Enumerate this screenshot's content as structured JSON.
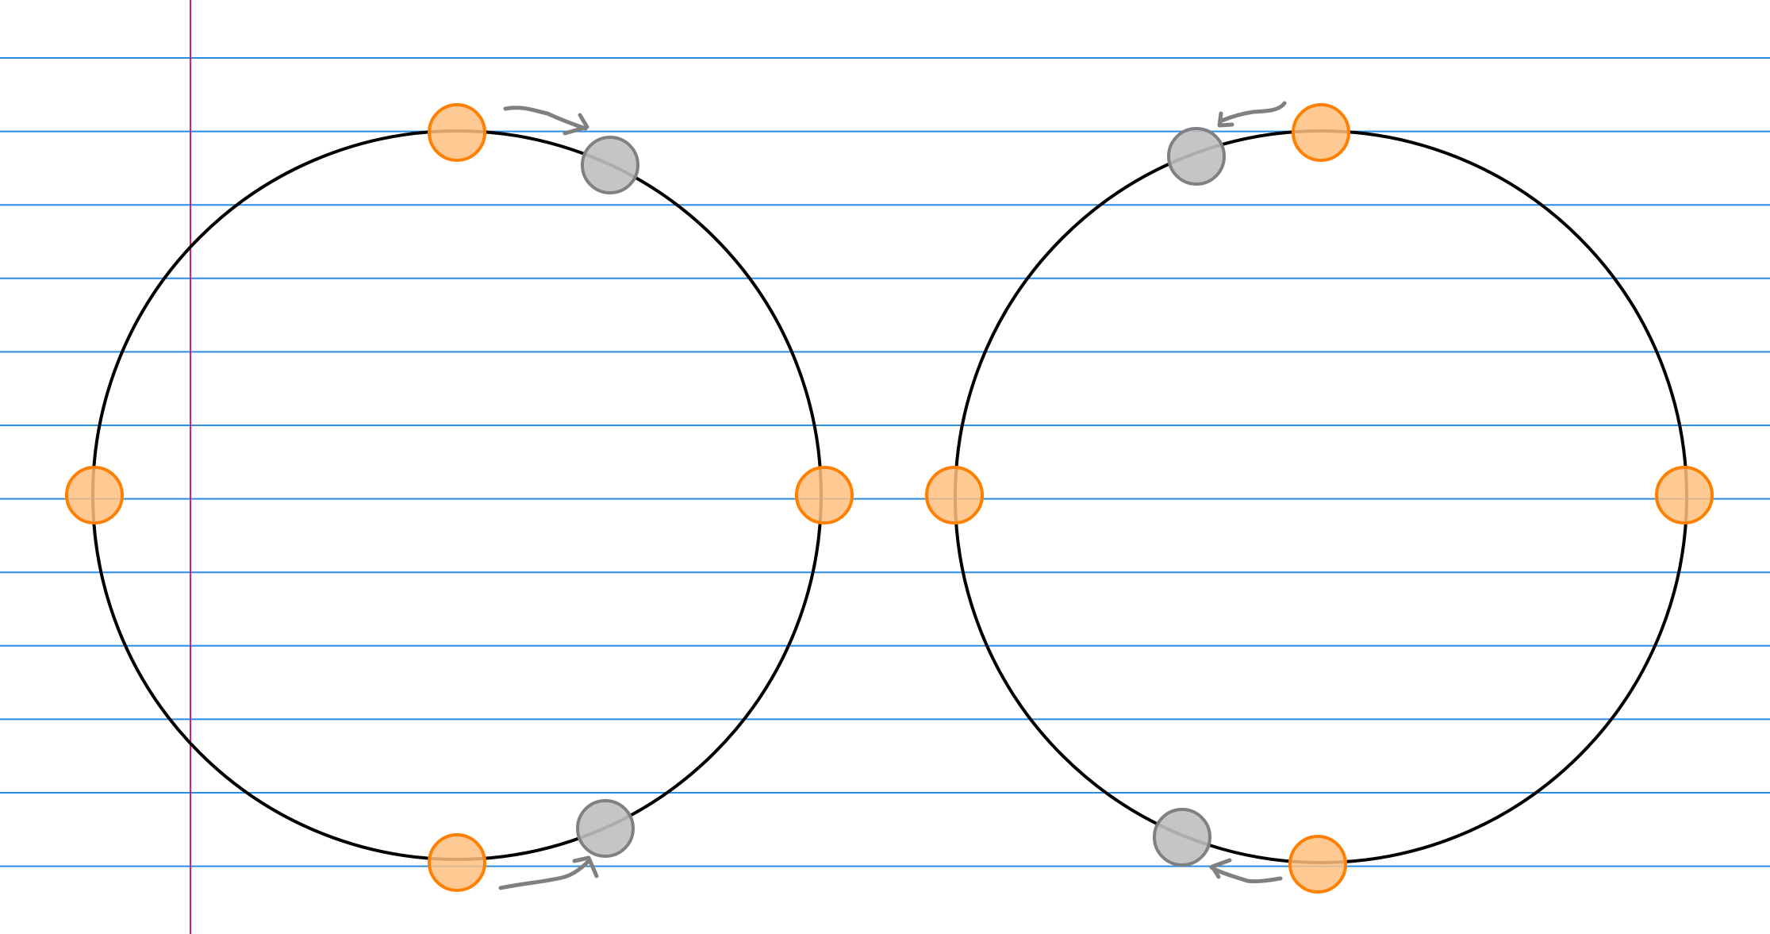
{
  "paper": {
    "line_color": "#2b8de0",
    "margin_color": "#d01f7a",
    "background": "#ffffff"
  },
  "colors": {
    "circle_stroke": "#000000",
    "fixed_point_fill": "#ffbf80",
    "fixed_point_stroke": "#ff8000",
    "moved_point_fill": "#bfbfbf",
    "moved_point_stroke": "#808080",
    "arrow_stroke": "#808080"
  },
  "diagrams": [
    {
      "id": "left-circle",
      "rotation": "clockwise"
    },
    {
      "id": "right-circle",
      "rotation": "counterclockwise"
    }
  ],
  "icons": [
    "curved-arrow-icon"
  ]
}
